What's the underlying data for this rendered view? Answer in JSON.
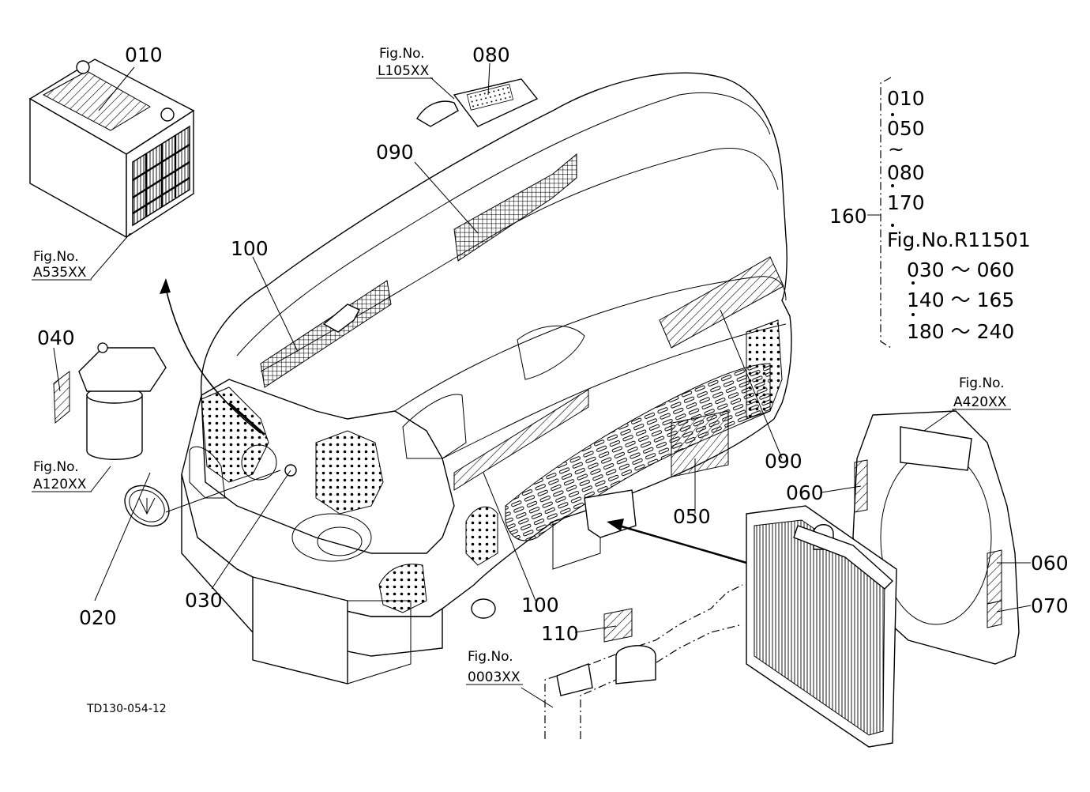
{
  "callouts": {
    "c010": "010",
    "c020": "020",
    "c030": "030",
    "c040": "040",
    "c050": "050",
    "c060a": "060",
    "c060b": "060",
    "c070": "070",
    "c080": "080",
    "c090a": "090",
    "c090b": "090",
    "c100a": "100",
    "c100b": "100",
    "c110": "110",
    "c160": "160"
  },
  "fig_refs": {
    "battery": {
      "prefix": "Fig.No.",
      "code": "A535XX"
    },
    "fuel_filter": {
      "prefix": "Fig.No.",
      "code": "A120XX"
    },
    "top_plate": {
      "prefix": "Fig.No.",
      "code": "L105XX"
    },
    "radiator": {
      "prefix": "Fig.No.",
      "code": "A420XX"
    },
    "frame": {
      "prefix": "Fig.No.",
      "code": "0003XX"
    }
  },
  "set_list": {
    "line1": "010",
    "line2": "050",
    "line3": "~",
    "line4": "080",
    "line5": "170",
    "line6": "Fig.No.R11501",
    "line7": "030 ～ 060",
    "line8": "140 ～ 165",
    "line9": "180 ～ 240"
  },
  "drawing_code": "TD130-054-12",
  "colors": {
    "ink": "#000000",
    "paper": "#ffffff"
  }
}
